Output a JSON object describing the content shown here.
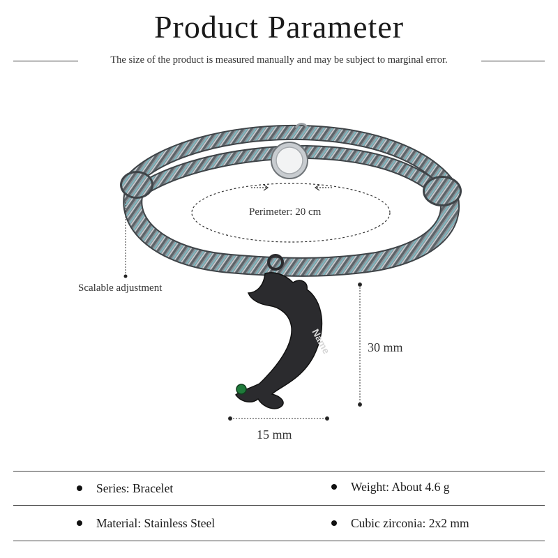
{
  "header": {
    "title": "Product Parameter",
    "subtitle": "The size of the product is measured manually and may be subject to marginal error."
  },
  "figure": {
    "pendant_engraving": "Name",
    "perimeter_label": "Perimeter: 20 cm",
    "adjust_label": "Scalable adjustment",
    "height_label": "30 mm",
    "width_label": "15 mm"
  },
  "specs": [
    {
      "label": "Series: Bracelet"
    },
    {
      "label": "Weight: About 4.6 g"
    },
    {
      "label": "Material: Stainless Steel"
    },
    {
      "label": "Cubic zirconia: 2x2 mm"
    }
  ],
  "colors": {
    "cord": "#8a9096",
    "cord_accent": "#7fb8c0",
    "pendant": "#2b2b2e",
    "gem": "#1f7a3a"
  }
}
